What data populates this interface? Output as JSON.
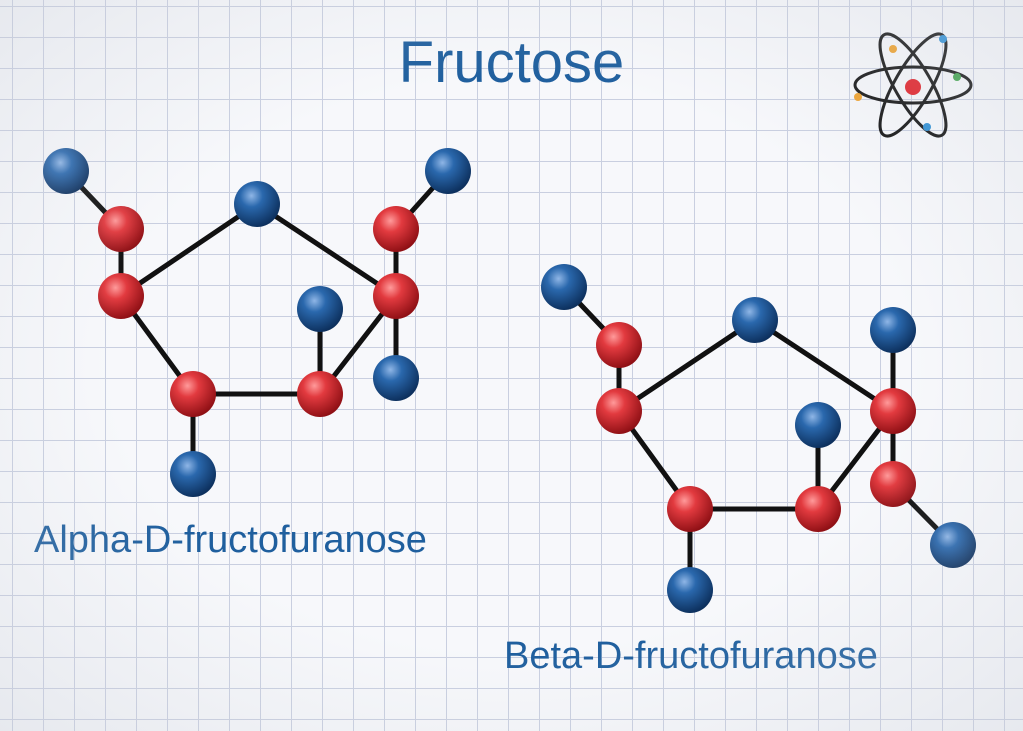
{
  "title": "Fructose",
  "molecules": [
    {
      "id": "alpha",
      "label": "Alpha-D-fructofuranose"
    },
    {
      "id": "beta",
      "label": "Beta-D-fructofuranose"
    }
  ],
  "colors": {
    "background": "#f7f8fb",
    "grid": "#c9cfe0",
    "text": "#1f5f9e",
    "carbon_atom": "#d42a2f",
    "oxygen_atom": "#1d5a9a",
    "bond": "#111111"
  },
  "icons": [
    "atom-icon"
  ]
}
